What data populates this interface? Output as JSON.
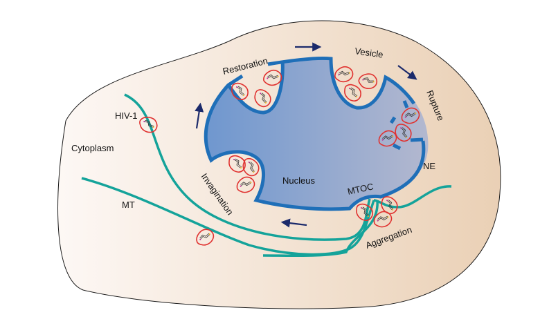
{
  "labels": {
    "restoration": "Restoration",
    "vesicle": "Vesicle",
    "rupture": "Rupture",
    "ne": "NE",
    "mtoc": "MTOC",
    "nucleus": "Nucleus",
    "invagination": "Invagination",
    "hiv": "HIV-1",
    "cytoplasm": "Cytoplasm",
    "mt": "MT",
    "aggregation": "Aggregation"
  },
  "colors": {
    "nuclear_envelope": "#1f6fb8",
    "microtubule": "#14a39a",
    "capsid": "#e0312f",
    "arrow": "#1b2a6b",
    "cell_outline": "#1a1a1a"
  },
  "icons": [
    "hiv-capsid-icon",
    "arrow-icon"
  ]
}
